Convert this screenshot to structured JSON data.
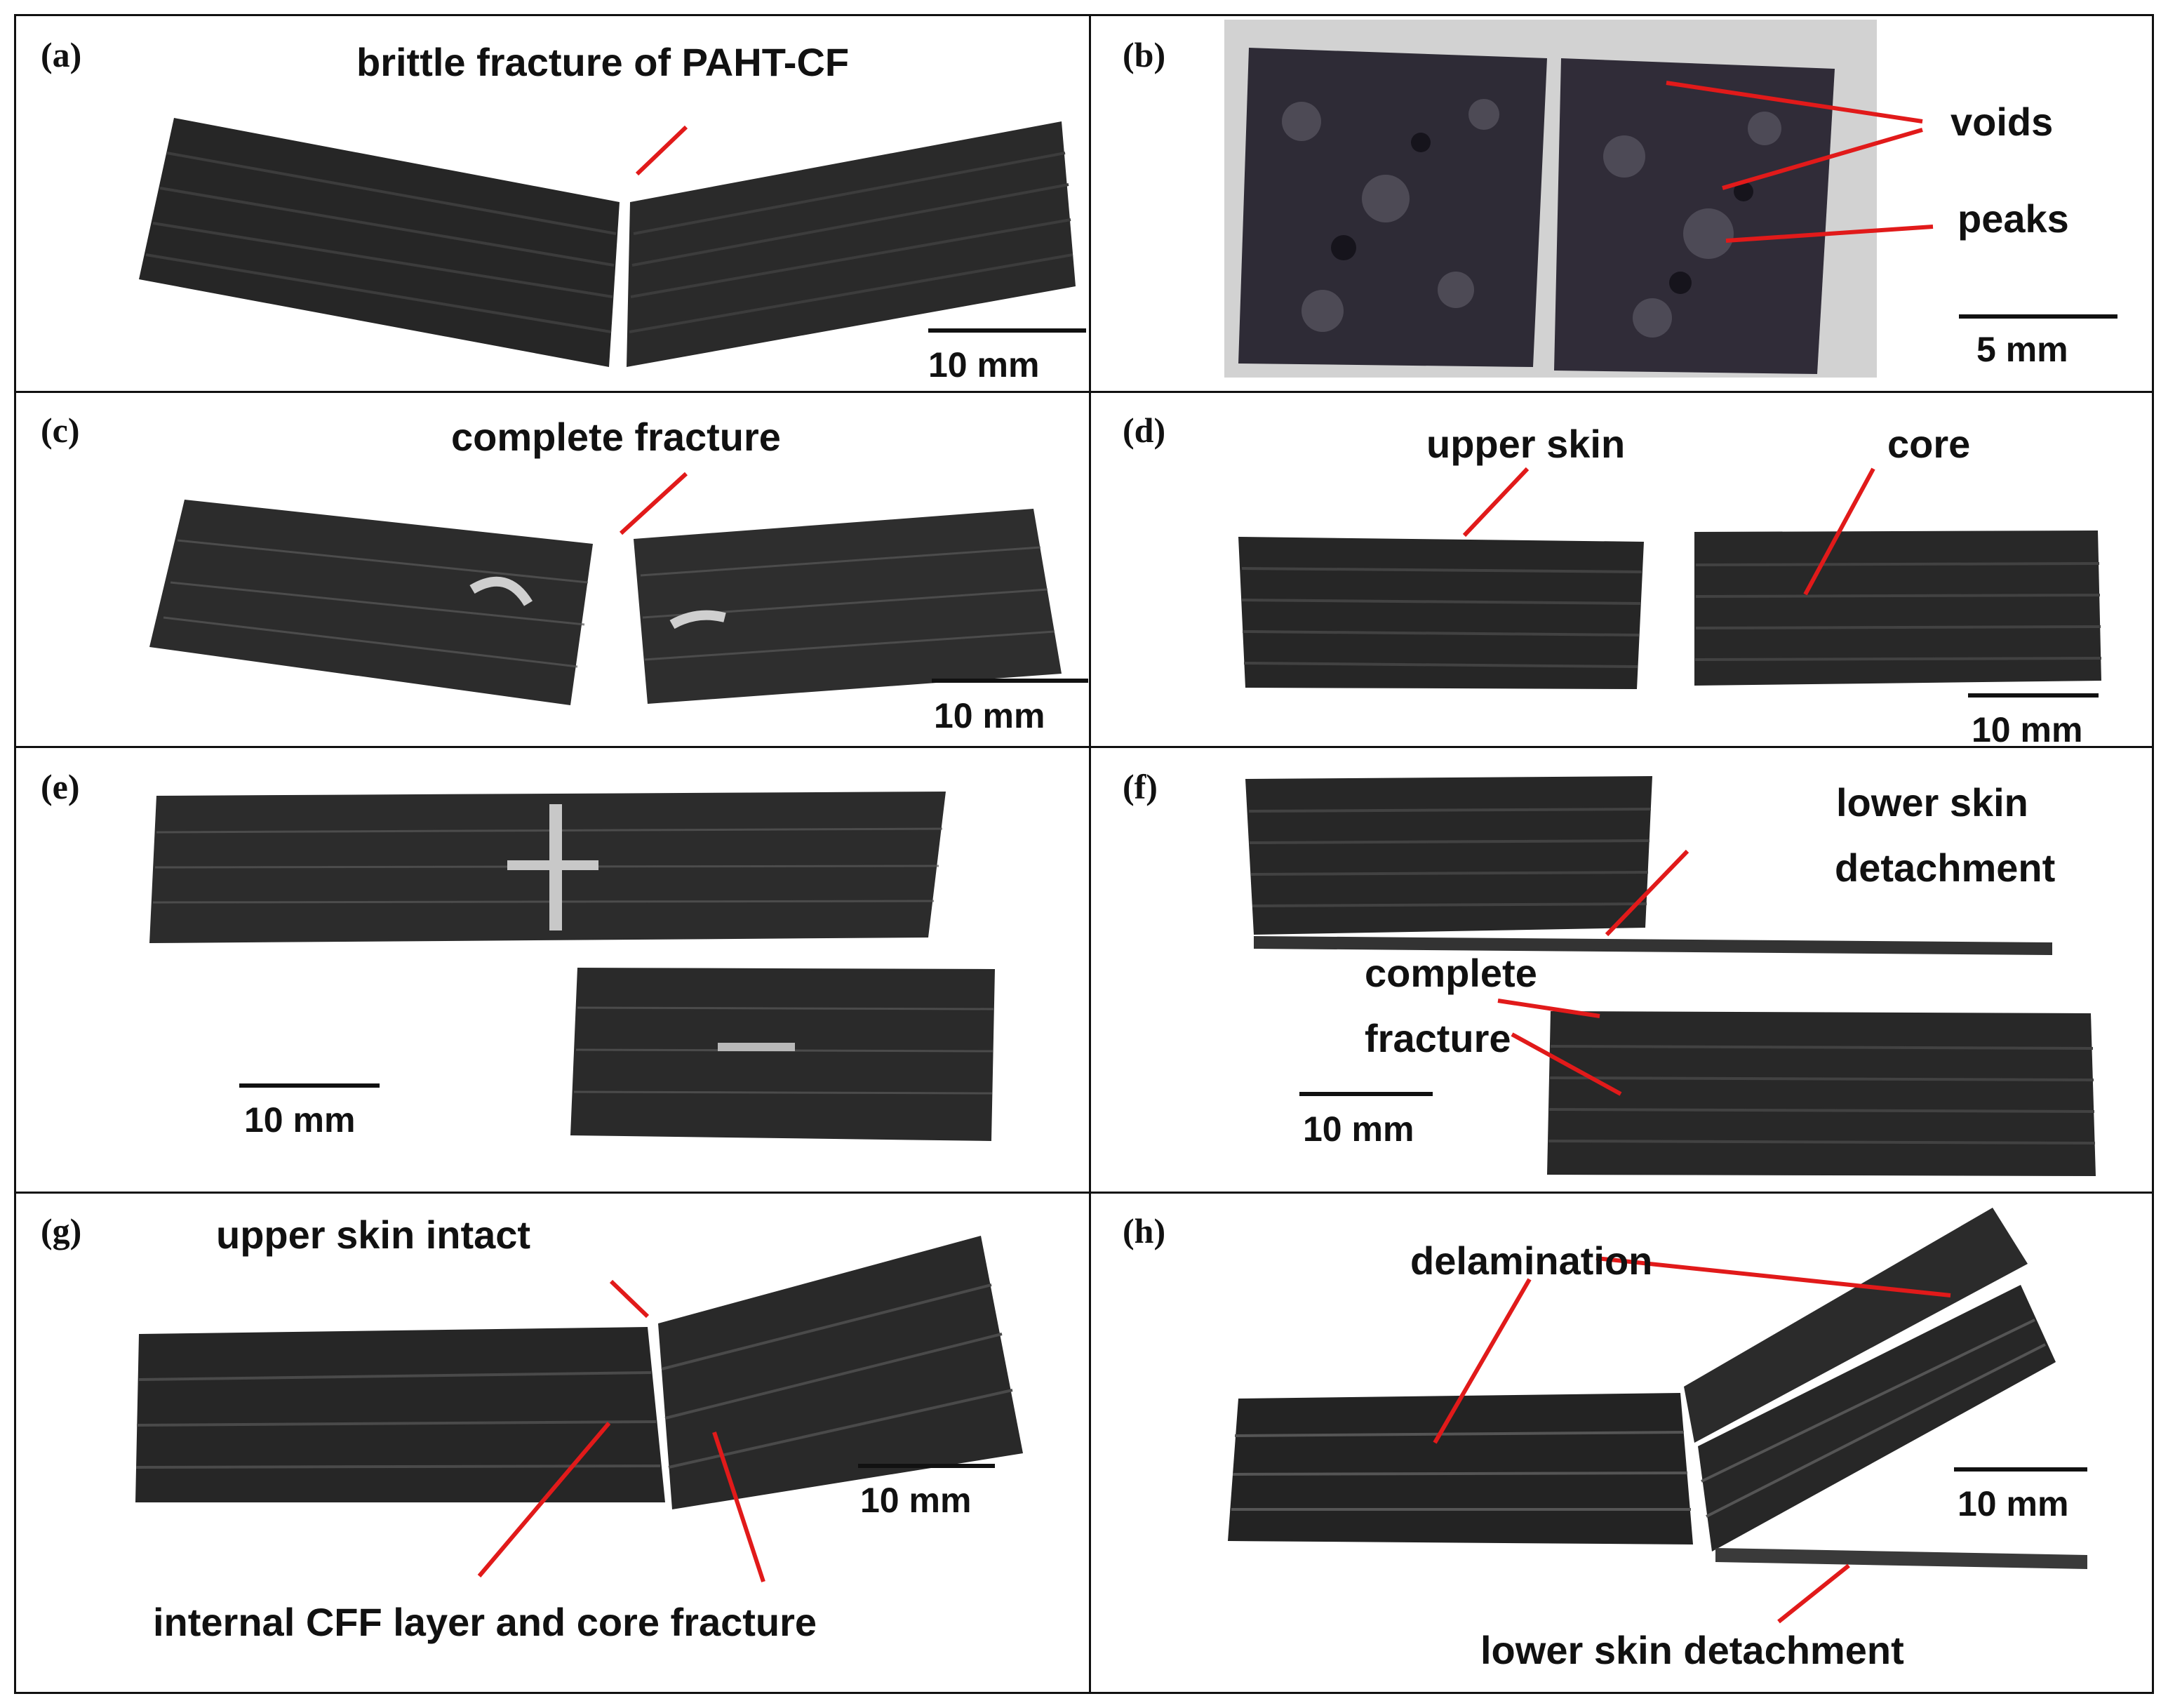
{
  "colors": {
    "annotation_line": "#e11a1a",
    "specimen": "#262626",
    "border": "#111111"
  },
  "panels": [
    {
      "label": "(a)",
      "annotations": [
        "brittle fracture of PAHT-CF"
      ],
      "scale": "10 mm"
    },
    {
      "label": "(b)",
      "annotations": [
        "voids",
        "peaks"
      ],
      "scale": "5 mm"
    },
    {
      "label": "(c)",
      "annotations": [
        "complete fracture"
      ],
      "scale": "10 mm"
    },
    {
      "label": "(d)",
      "annotations": [
        "upper skin",
        "core"
      ],
      "scale": "10 mm"
    },
    {
      "label": "(e)",
      "annotations": [],
      "scale": "10 mm"
    },
    {
      "label": "(f)",
      "annotations": [
        "lower skin",
        "detachment",
        "complete",
        "fracture"
      ],
      "scale": "10 mm"
    },
    {
      "label": "(g)",
      "annotations": [
        "upper skin intact",
        "internal CFF layer and core fracture"
      ],
      "scale": "10 mm"
    },
    {
      "label": "(h)",
      "annotations": [
        "delamination",
        "lower skin detachment"
      ],
      "scale": "10 mm"
    }
  ]
}
